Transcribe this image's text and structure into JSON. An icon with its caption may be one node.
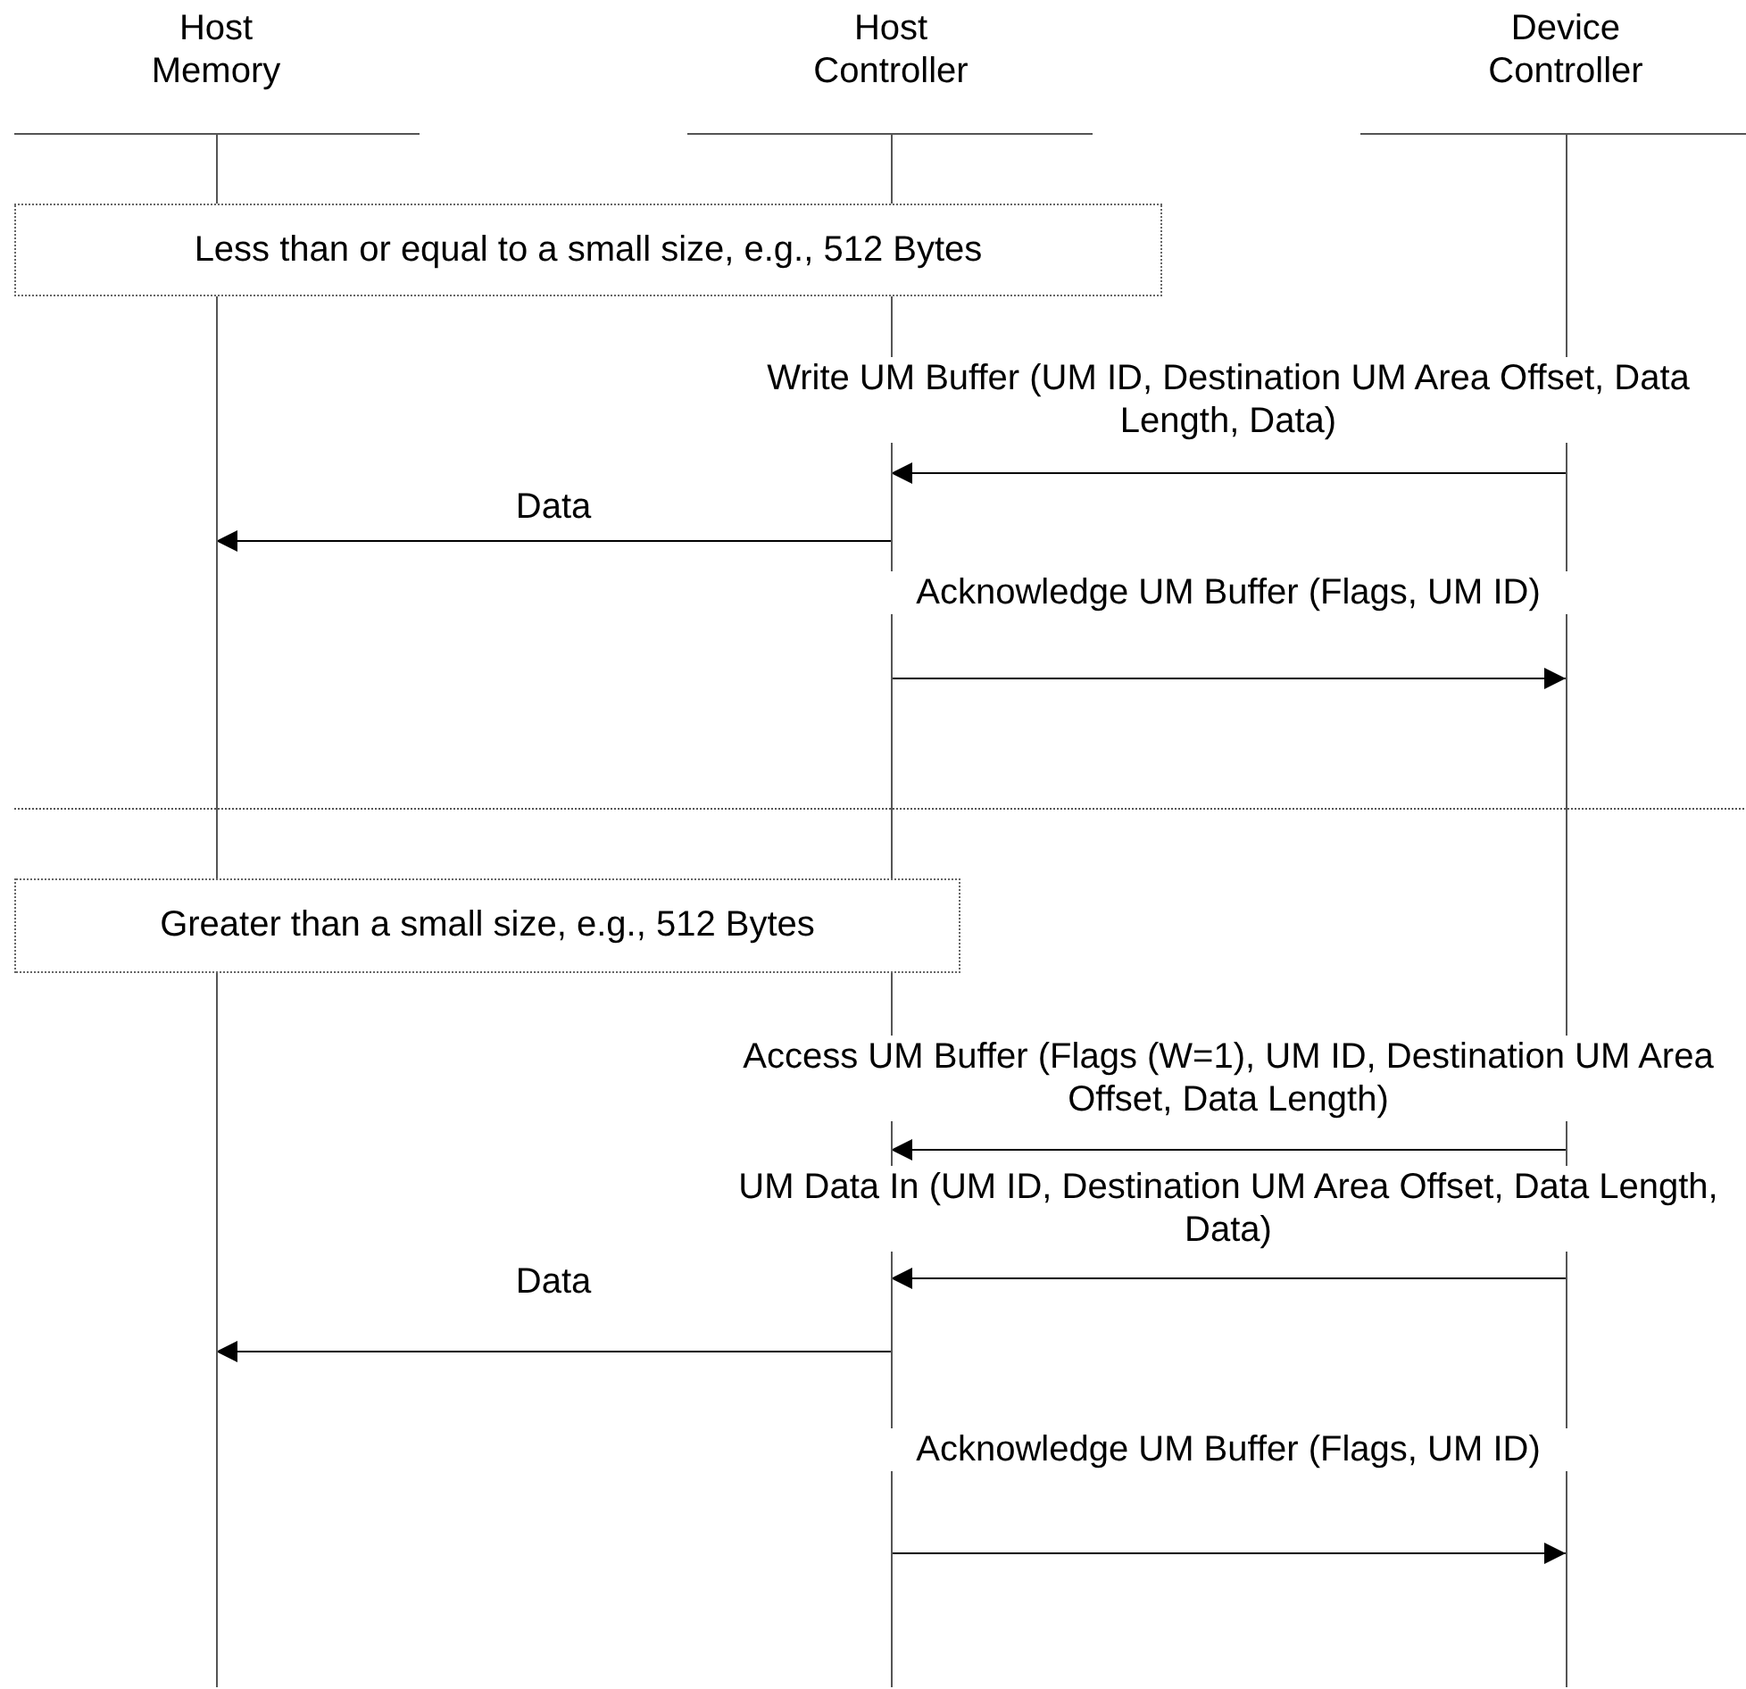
{
  "diagram": {
    "nodes": [
      {
        "text": [
          "Host Memory"
        ]
      },
      {
        "text": [
          "Host Controller"
        ]
      },
      {
        "text": [
          "Device Controller"
        ]
      },
      {
        "text": [
          "Less than or equal to a small size, e.g., 512 Bytes"
        ]
      },
      {
        "text": [
          "Greater than a small size, e.g., 512 Bytes"
        ]
      }
    ],
    "edges": [
      {
        "from": 2,
        "to": 1,
        "arrow": "to",
        "label": "Write UM Buffer (UM ID, Destination UM Area Offset, Data Length, Data)"
      },
      {
        "from": 1,
        "to": 0,
        "arrow": "to",
        "label": "Data"
      },
      {
        "from": 1,
        "to": 2,
        "arrow": "to",
        "label": "Acknowledge UM Buffer (Flags, UM ID)"
      },
      {
        "from": 2,
        "to": 1,
        "arrow": "to",
        "label": "Access UM Buffer (Flags (W=1), UM ID, Destination UM Area Offset, Data Length)"
      },
      {
        "from": 2,
        "to": 1,
        "arrow": "to",
        "label": "UM Data In (UM ID, Destination UM Area Offset, Data Length, Data)"
      },
      {
        "from": 1,
        "to": 0,
        "arrow": "to",
        "label": "Data"
      },
      {
        "from": 1,
        "to": 2,
        "arrow": "to",
        "label": "Acknowledge UM Buffer (Flags, UM ID)"
      }
    ]
  }
}
